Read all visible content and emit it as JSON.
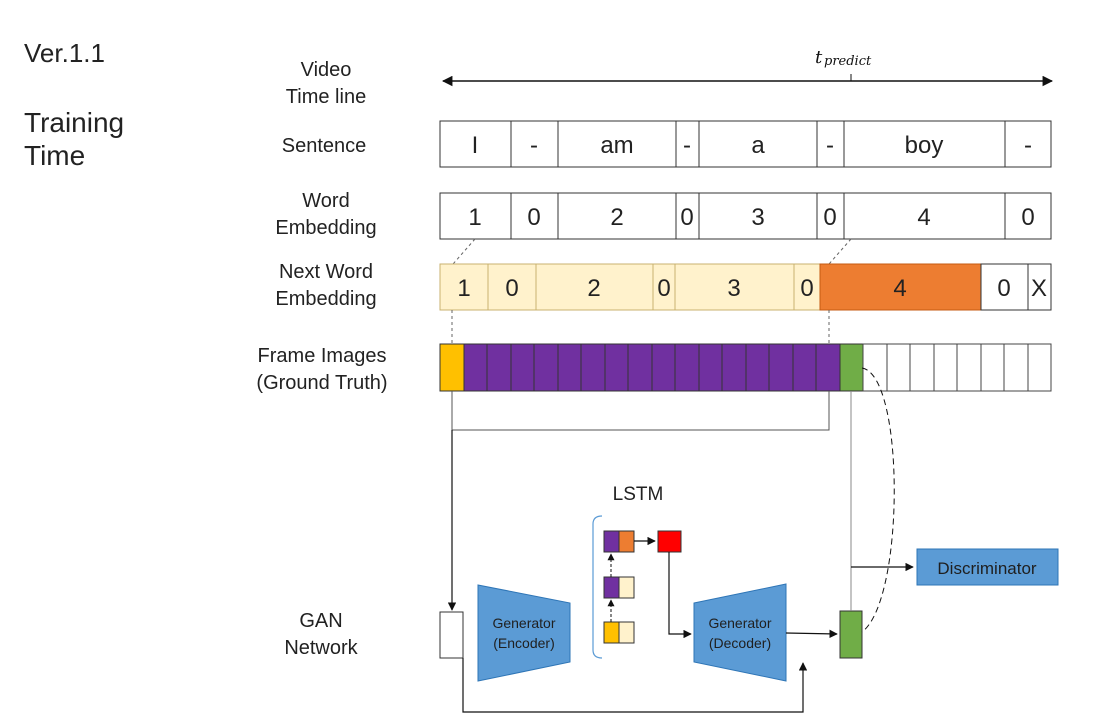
{
  "header": {
    "version": "Ver.1.1",
    "mode_line1": "Training",
    "mode_line2": "Time"
  },
  "timeline": {
    "label_line1": "Video",
    "label_line2": "Time line",
    "predict_symbol": "t",
    "predict_subscript": "predict"
  },
  "sentence": {
    "label": "Sentence",
    "cells": [
      "I",
      "-",
      "am",
      "-",
      "a",
      "-",
      "boy",
      "-"
    ]
  },
  "word_embedding": {
    "label_line1": "Word",
    "label_line2": "Embedding",
    "cells": [
      "1",
      "0",
      "2",
      "0",
      "3",
      "0",
      "4",
      "0"
    ]
  },
  "next_word_embedding": {
    "label_line1": "Next Word",
    "label_line2": "Embedding",
    "cells": [
      "1",
      "0",
      "2",
      "0",
      "3",
      "0",
      "4",
      "0",
      "X"
    ]
  },
  "frames": {
    "label_line1": "Frame Images",
    "label_line2": "(Ground Truth)"
  },
  "gan": {
    "label_line1": "GAN",
    "label_line2": "Network",
    "lstm_label": "LSTM",
    "encoder_line1": "Generator",
    "encoder_line2": "(Encoder)",
    "decoder_line1": "Generator",
    "decoder_line2": "(Decoder)",
    "discriminator": "Discriminator"
  },
  "colors": {
    "yellow": "#ffc000",
    "purple": "#7030a0",
    "green": "#70ad47",
    "orange": "#ed7d31",
    "cream": "#fff2cc",
    "red": "#ff0000",
    "blue": "#5b9bd5",
    "blue_border": "#2e75b6"
  }
}
